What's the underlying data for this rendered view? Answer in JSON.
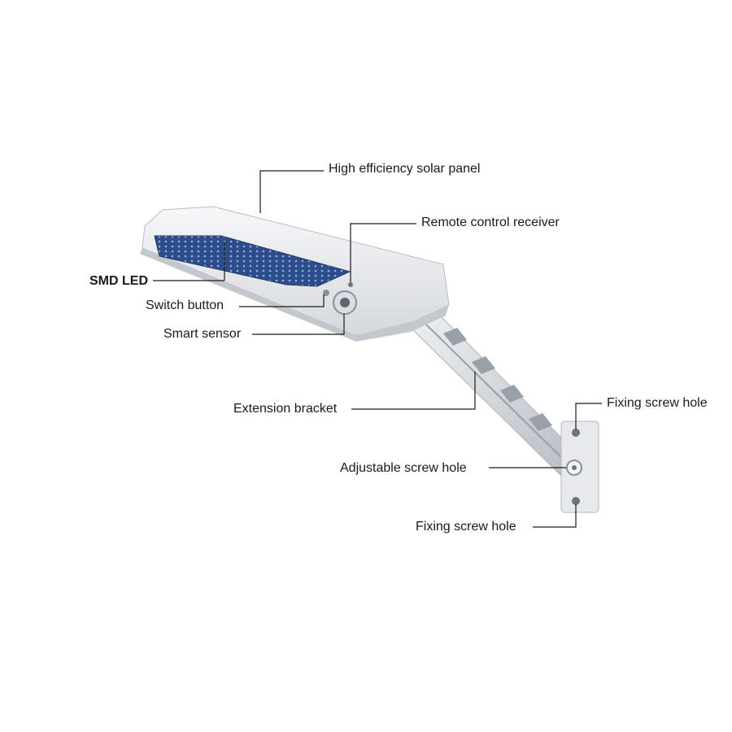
{
  "labels": {
    "solar_panel": "High efficiency solar panel",
    "remote_receiver": "Remote control receiver",
    "smd_led": "SMD LED",
    "switch_button": "Switch button",
    "smart_sensor": "Smart sensor",
    "extension_bracket": "Extension bracket",
    "fixing_screw_hole_top": "Fixing screw hole",
    "adjustable_screw_hole": "Adjustable screw hole",
    "fixing_screw_hole_bottom": "Fixing screw hole"
  },
  "colors": {
    "housing": "#e9ebee",
    "housing_shadow": "#c9ccd1",
    "led_panel": "#2e4f8f",
    "leader_line": "#1a1a1a",
    "text": "#1a1a1a"
  }
}
